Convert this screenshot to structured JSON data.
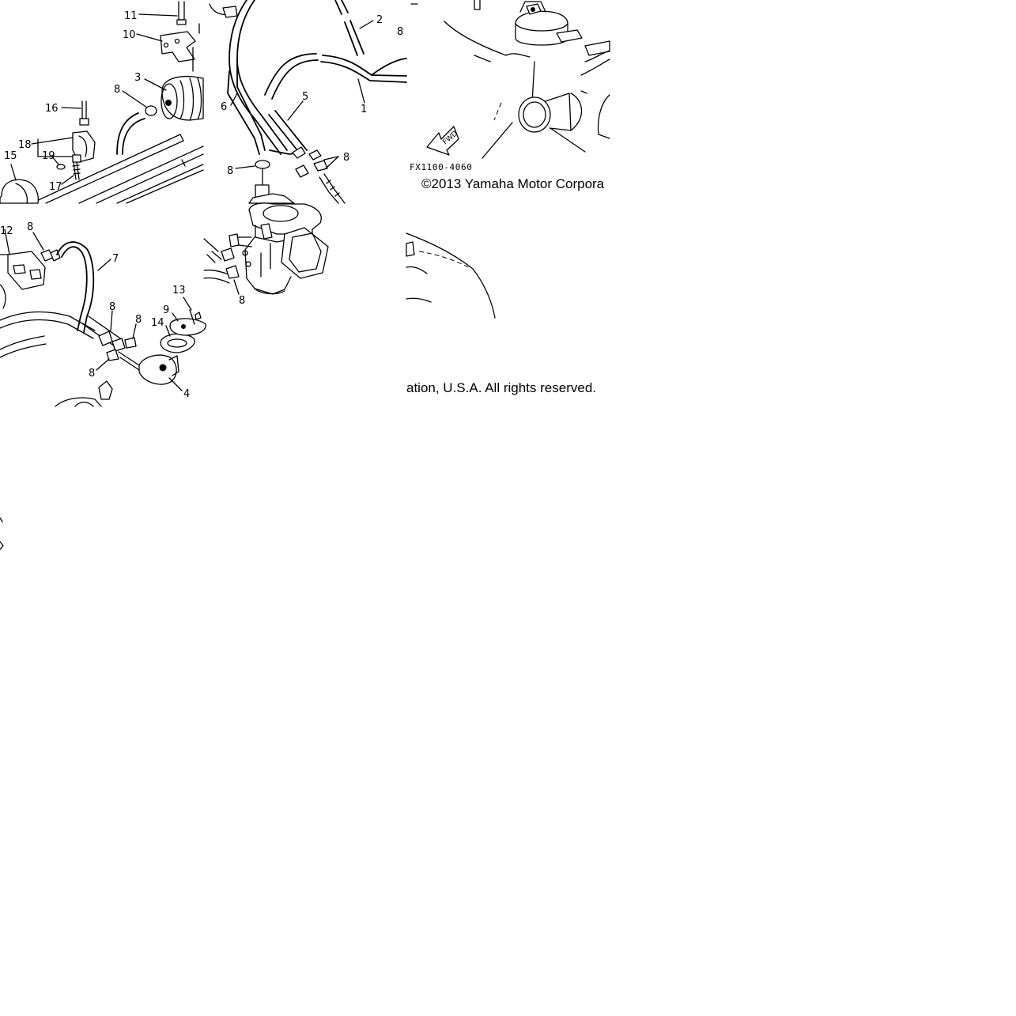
{
  "callouts": [
    "11",
    "10",
    "3",
    "8",
    "16",
    "18",
    "19",
    "17",
    "15",
    "2",
    "5",
    "6",
    "1",
    "8",
    "8",
    "12",
    "8",
    "7",
    "8",
    "8",
    "13",
    "9",
    "14",
    "8",
    "4",
    "8",
    "8"
  ],
  "drawing_code": "FX1100-4060",
  "fwd_label": "FWD",
  "copyright_left": "©2013 Yamaha Motor Corpora",
  "copyright_right": "ation, U.S.A. All rights reserved."
}
